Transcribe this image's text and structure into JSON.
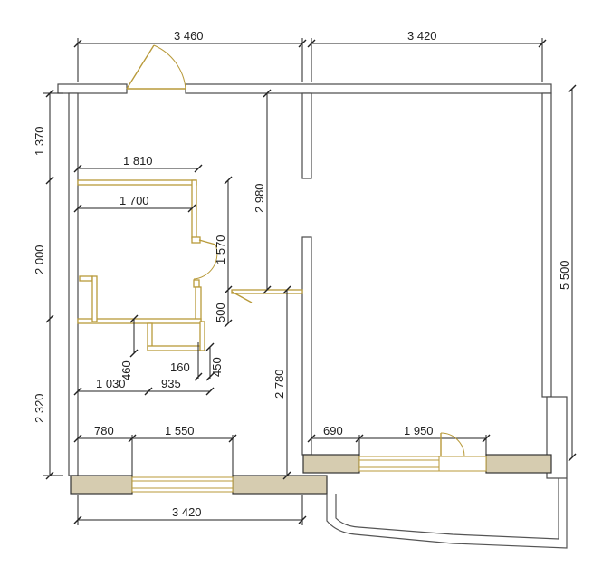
{
  "dimensions": {
    "top_left": "3 460",
    "top_right": "3 420",
    "left_upper": "1 370",
    "left_middle": "2 000",
    "left_lower": "2 320",
    "right_full": "5 500",
    "bottom": "3 420",
    "inner_1810": "1 810",
    "inner_1700": "1 700",
    "inner_2980": "2 980",
    "inner_1570": "1 570",
    "inner_500": "500",
    "inner_460": "460",
    "inner_160": "160",
    "inner_450": "450",
    "inner_1030": "1 030",
    "inner_935": "935",
    "inner_2780": "2 780",
    "inner_780": "780",
    "inner_1550": "1 550",
    "inner_690": "690",
    "inner_1950": "1 950"
  },
  "colors": {
    "wall_outline": "#4a4a4a",
    "pier_fill": "#d6ccb0",
    "partition": "#b89a3a",
    "dimension_line": "#222222"
  }
}
